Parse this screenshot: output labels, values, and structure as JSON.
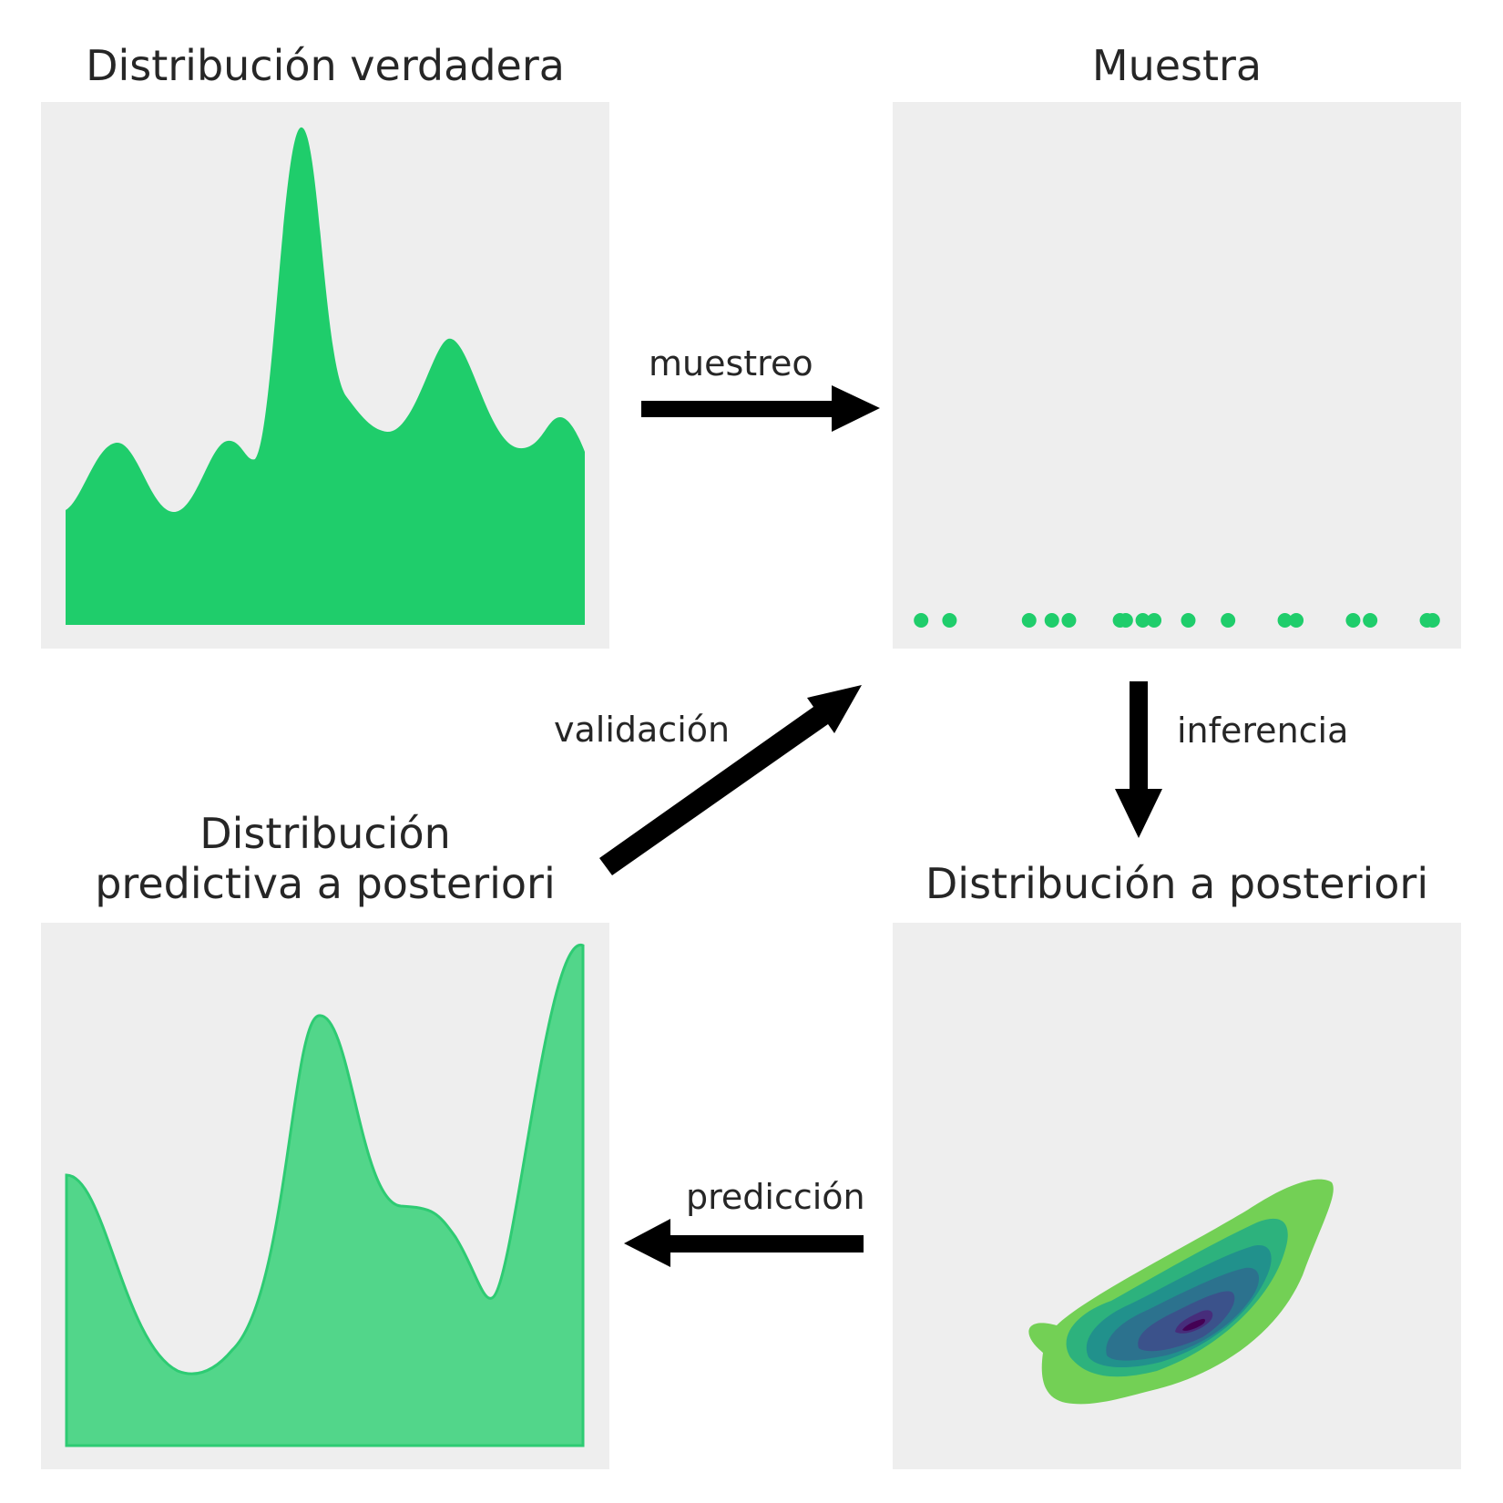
{
  "panels": {
    "true_dist": {
      "title": "Distribución verdadera",
      "fill": "#1fcd6b"
    },
    "sample": {
      "title": "Muestra",
      "point_color": "#1fcd6b",
      "points": [
        0.05,
        0.1,
        0.24,
        0.28,
        0.31,
        0.4,
        0.41,
        0.44,
        0.46,
        0.52,
        0.59,
        0.69,
        0.71,
        0.81,
        0.84,
        0.94,
        0.95
      ]
    },
    "posterior": {
      "title": "Distribución a posteriori",
      "contour_colors": [
        "#73d055",
        "#2db27d",
        "#21918c",
        "#2c728e",
        "#3b528b",
        "#472d7b",
        "#440154"
      ]
    },
    "posterior_predictive": {
      "title_line1": "Distribución",
      "title_line2": "predictiva a posteriori",
      "fill": "#52d68a",
      "stroke": "#2ecb73"
    }
  },
  "edges": {
    "sampling": "muestreo",
    "inference": "inferencia",
    "prediction": "predicción",
    "validation": "validación"
  }
}
